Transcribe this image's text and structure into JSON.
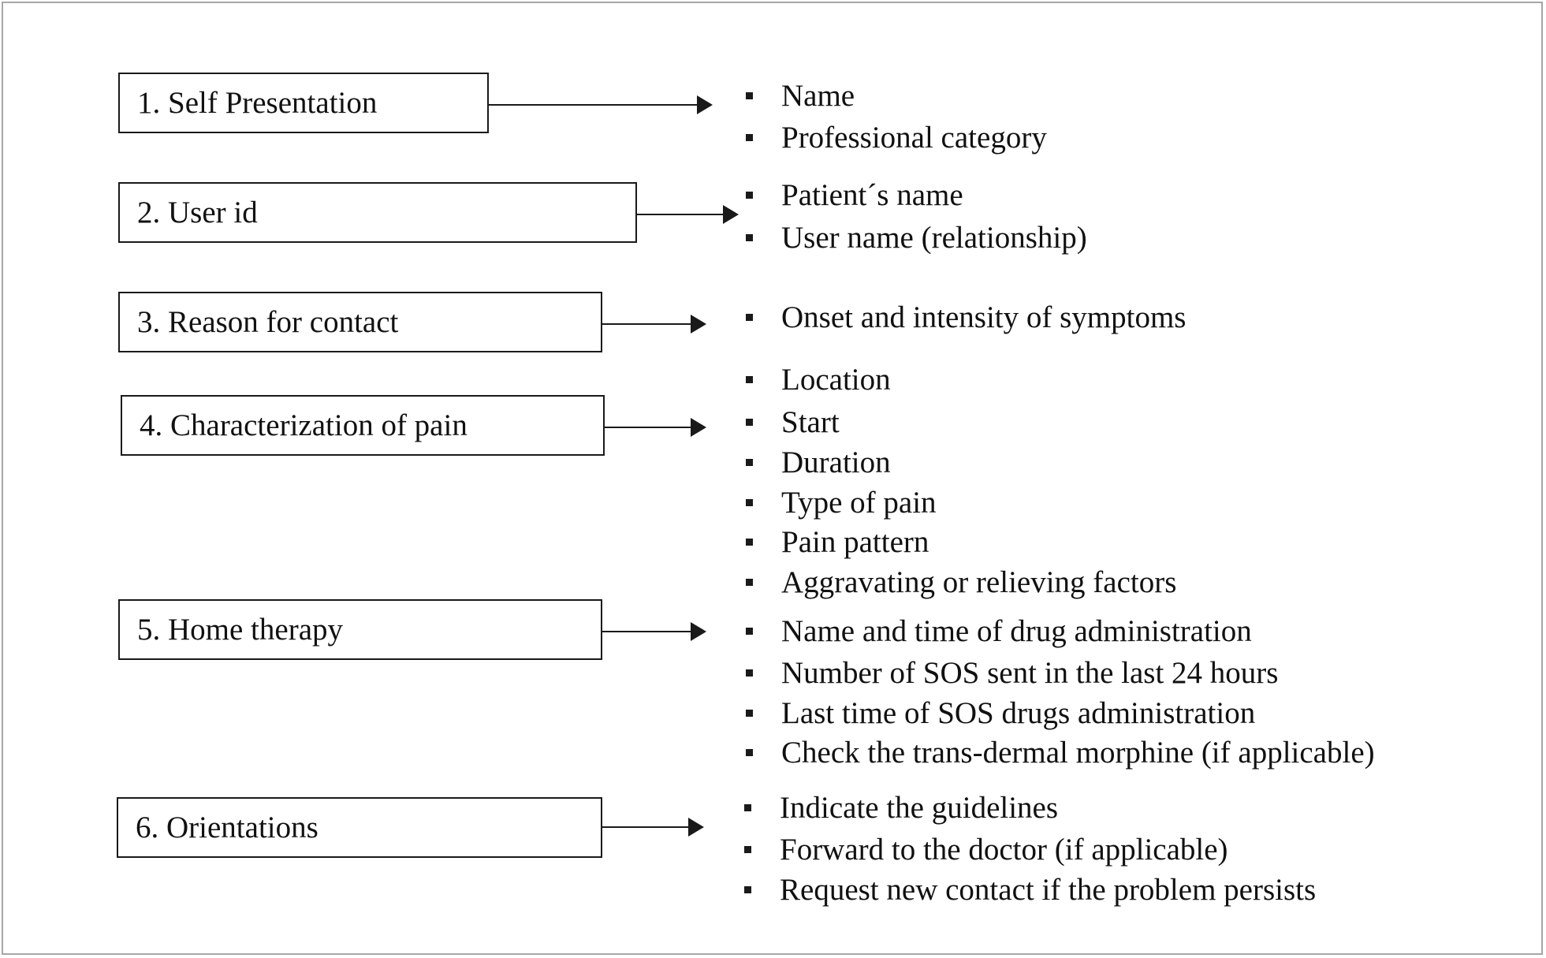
{
  "steps": [
    {
      "label": "1. Self Presentation",
      "items": [
        "Name",
        "Professional  category"
      ]
    },
    {
      "label": "2. User id",
      "items": [
        "Patient´s  name",
        "User name  (relationship)"
      ]
    },
    {
      "label": "3. Reason for  contact",
      "items": [
        "Onset and intensity  of symptoms"
      ]
    },
    {
      "label": "4. Characterization  of pain",
      "items": [
        "Location",
        "Start",
        "Duration",
        "Type of pain",
        "Pain pattern",
        "Aggravating  or relieving  factors"
      ]
    },
    {
      "label": "5. Home  therapy",
      "items": [
        "Name and time  of drug  administration",
        "Number  of SOS sent in the last  24 hours",
        "Last time  of SOS drugs administration",
        "Check the trans-dermal  morphine  (if applicable)"
      ]
    },
    {
      "label": "6. Orientations",
      "items": [
        "Indicate  the guidelines",
        "Forward to the doctor (if applicable)",
        "Request new contact  if the problem  persists"
      ]
    }
  ]
}
